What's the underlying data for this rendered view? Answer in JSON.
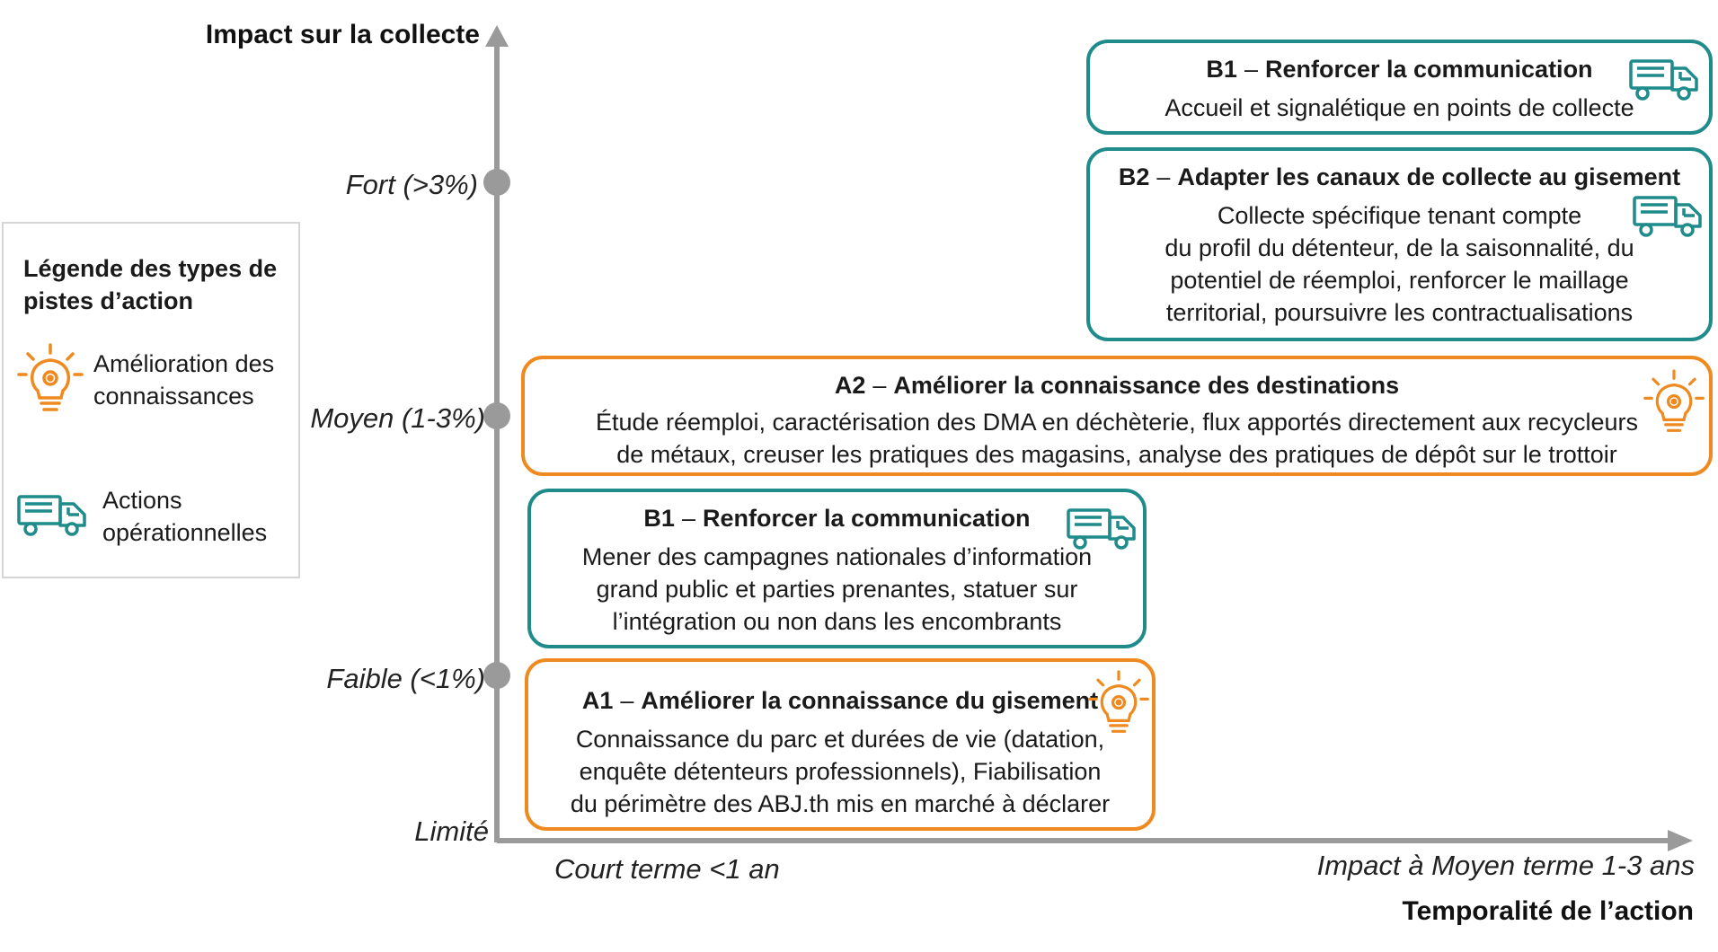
{
  "axes": {
    "y_title": "Impact sur la collecte",
    "x_title": "Temporalité de l’action",
    "y_ticks": [
      "Fort (>3%)",
      "Moyen (1-3%)",
      "Faible (<1%)",
      "Limité"
    ],
    "x_ticks": [
      "Court terme <1 an",
      "Impact à Moyen terme 1-3 ans"
    ]
  },
  "legend": {
    "title": "Légende des types de\npistes d’action",
    "items": [
      {
        "label": "Amélioration des\nconnaissances",
        "icon": "lightbulb-gear-icon",
        "color": "#ee8a1f"
      },
      {
        "label": "Actions\nopérationnelles",
        "icon": "truck-icon",
        "color": "#1f8b8b"
      }
    ]
  },
  "cards": [
    {
      "code": "B1",
      "title": "Renforcer la communication",
      "body": "Accueil et signalétique en points de collecte",
      "type": "operational",
      "icon": "truck-icon"
    },
    {
      "code": "B2",
      "title": "Adapter les canaux de collecte au gisement",
      "body": "Collecte spécifique tenant compte\ndu profil du détenteur, de la saisonnalité, du\npotentiel de réemploi, renforcer le maillage\nterritorial, poursuivre les contractualisations",
      "type": "operational",
      "icon": "truck-icon"
    },
    {
      "code": "A2",
      "title": "Améliorer la connaissance des destinations",
      "body": "Étude réemploi, caractérisation des DMA en déchèterie, flux apportés directement aux recycleurs\nde métaux, creuser les pratiques des magasins, analyse des pratiques de dépôt sur le trottoir",
      "type": "knowledge",
      "icon": "lightbulb-gear-icon"
    },
    {
      "code": "B1",
      "title": "Renforcer la communication",
      "body": "Mener des campagnes nationales d’information\ngrand public et parties prenantes, statuer sur\nl’intégration ou non dans les encombrants",
      "type": "operational",
      "icon": "truck-icon"
    },
    {
      "code": "A1",
      "title": "Améliorer la connaissance du gisement",
      "body": "Connaissance du parc et durées de vie (datation,\nenquête détenteurs professionnels), Fiabilisation\ndu périmètre des ABJ.th mis en marché à déclarer",
      "type": "knowledge",
      "icon": "lightbulb-gear-icon"
    }
  ],
  "colors": {
    "teal": "#1f8b8b",
    "orange": "#ee8a1f",
    "axis": "#9a9a9a"
  }
}
